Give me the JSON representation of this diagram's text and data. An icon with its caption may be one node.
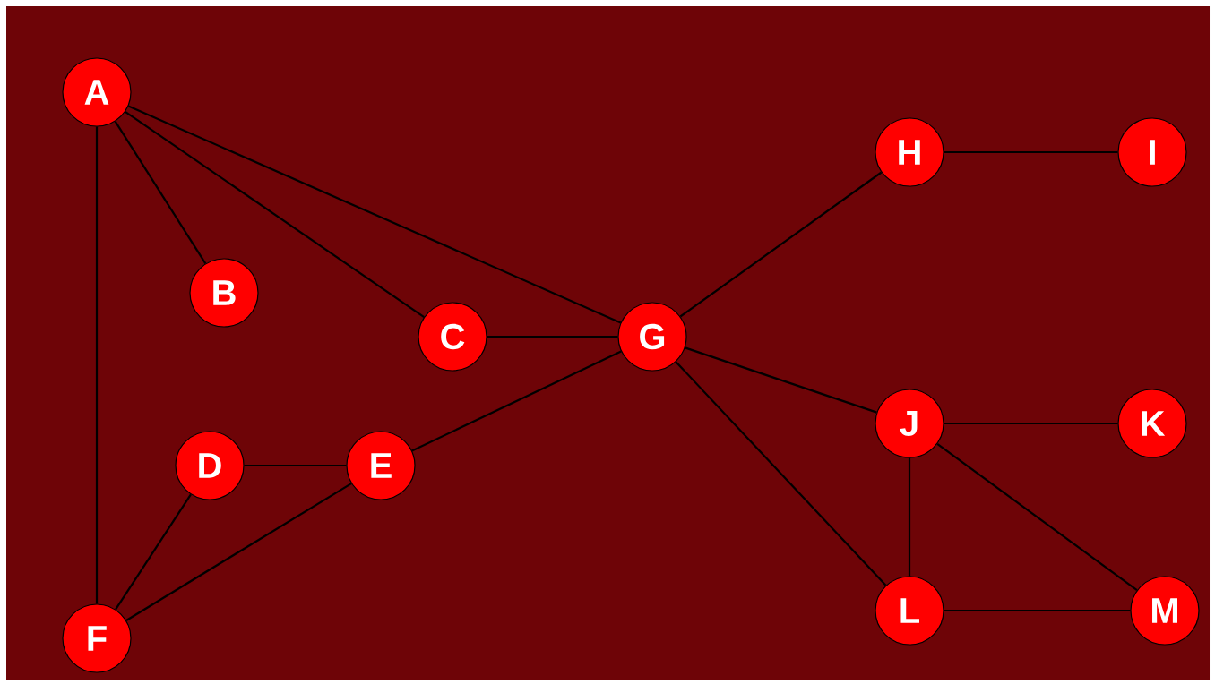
{
  "diagram": {
    "nodes": [
      {
        "text": [
          "A"
        ]
      },
      {
        "text": [
          "B"
        ]
      },
      {
        "text": [
          "C"
        ]
      },
      {
        "text": [
          "D"
        ]
      },
      {
        "text": [
          "E"
        ]
      },
      {
        "text": [
          "F"
        ]
      },
      {
        "text": [
          "G"
        ]
      },
      {
        "text": [
          "H"
        ]
      },
      {
        "text": [
          "I"
        ]
      },
      {
        "text": [
          "J"
        ]
      },
      {
        "text": [
          "K"
        ]
      },
      {
        "text": [
          "L"
        ]
      },
      {
        "text": [
          "M"
        ]
      }
    ],
    "edges": [
      {
        "from": 0,
        "to": 1,
        "arrow": "none"
      },
      {
        "from": 0,
        "to": 2,
        "arrow": "none"
      },
      {
        "from": 0,
        "to": 6,
        "arrow": "none"
      },
      {
        "from": 0,
        "to": 5,
        "arrow": "none"
      },
      {
        "from": 2,
        "to": 6,
        "arrow": "none"
      },
      {
        "from": 3,
        "to": 4,
        "arrow": "none"
      },
      {
        "from": 3,
        "to": 5,
        "arrow": "none"
      },
      {
        "from": 4,
        "to": 5,
        "arrow": "none"
      },
      {
        "from": 4,
        "to": 6,
        "arrow": "none"
      },
      {
        "from": 6,
        "to": 7,
        "arrow": "none"
      },
      {
        "from": 7,
        "to": 8,
        "arrow": "none"
      },
      {
        "from": 6,
        "to": 9,
        "arrow": "none"
      },
      {
        "from": 6,
        "to": 11,
        "arrow": "none"
      },
      {
        "from": 9,
        "to": 10,
        "arrow": "none"
      },
      {
        "from": 9,
        "to": 11,
        "arrow": "none"
      },
      {
        "from": 9,
        "to": 12,
        "arrow": "none"
      },
      {
        "from": 11,
        "to": 12,
        "arrow": "none"
      }
    ]
  }
}
